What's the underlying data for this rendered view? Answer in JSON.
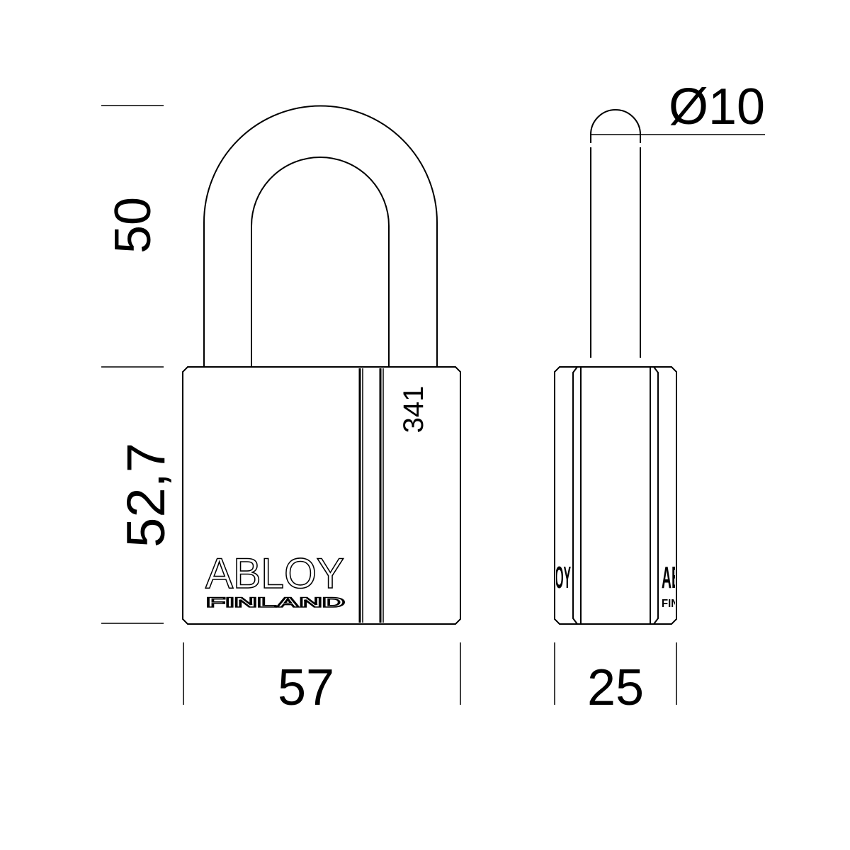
{
  "dimensions": {
    "shackle_height": "50",
    "body_height": "52,7",
    "body_width": "57",
    "body_depth": "25",
    "shackle_diameter": "Ø10"
  },
  "engraving": {
    "model_number": "341",
    "brand": "ABLOY",
    "country": "FINLAND"
  },
  "side_view_marks": {
    "left_fragment": "LOY",
    "right_fragment": "AB",
    "right_sub_fragment": "FIN"
  },
  "colors": {
    "line": "#000000",
    "background": "#ffffff"
  }
}
